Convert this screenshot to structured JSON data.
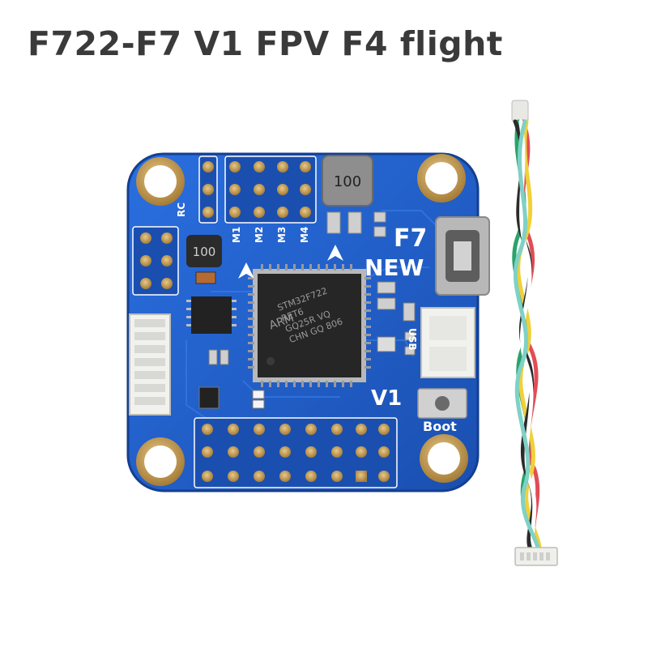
{
  "title": "F722-F7 V1 FPV F4 flight",
  "board": {
    "labels": {
      "rc": "RC",
      "motors": [
        "M1",
        "M2",
        "M3",
        "M4"
      ],
      "model": "F7",
      "model_sub": "NEW",
      "version": "V1",
      "boot": "Boot",
      "usb": "USB"
    },
    "components": {
      "inductor_top": "100",
      "inductor_left": "100",
      "mcu_lines": [
        "ARM",
        "STM32F722",
        "RET6",
        "GQ25R VQ",
        "CHN GQ 806"
      ]
    },
    "colors": {
      "pcb": "#1f5fc9",
      "pad": "#c8a25a",
      "silkscreen": "#ffffff"
    }
  },
  "cable": {
    "wire_colors": [
      "#2aa36b",
      "#e04d56",
      "#f0d03a",
      "#2b2b2b",
      "#ffffff",
      "#7fd1c6"
    ]
  }
}
